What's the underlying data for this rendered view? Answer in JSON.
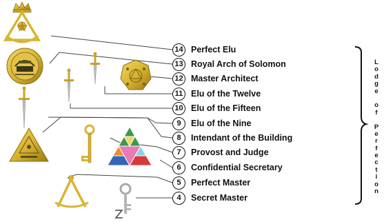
{
  "degrees": [
    {
      "number": "14",
      "name": "Perfect Elu"
    },
    {
      "number": "13",
      "name": "Royal Arch of Solomon"
    },
    {
      "number": "12",
      "name": "Master Architect"
    },
    {
      "number": "11",
      "name": "Elu of the Twelve"
    },
    {
      "number": "10",
      "name": "Elu of the Fifteen"
    },
    {
      "number": "9",
      "name": "Elu of the Nine"
    },
    {
      "number": "8",
      "name": "Intendant of the Building"
    },
    {
      "number": "7",
      "name": "Provost and Judge"
    },
    {
      "number": "6",
      "name": "Confidential Secretary"
    },
    {
      "number": "5",
      "name": "Perfect Master"
    },
    {
      "number": "4",
      "name": "Secret Master"
    }
  ],
  "bracket_label": "Lodge of Perfection",
  "emblems": [
    {
      "degree": "14",
      "icon": "crowned-compass-jewel-icon"
    },
    {
      "degree": "13",
      "icon": "royal-arch-medallion-icon"
    },
    {
      "degree": "12",
      "icon": "heptagon-jewel-icon"
    },
    {
      "degree": "11",
      "icon": "dagger-icon"
    },
    {
      "degree": "10",
      "icon": "dagger-icon"
    },
    {
      "degree": "9",
      "icon": "dagger-icon"
    },
    {
      "degree": "8",
      "icon": "delta-triangle-icon"
    },
    {
      "degree": "7",
      "icon": "golden-key-icon"
    },
    {
      "degree": "6",
      "icon": "triangle-of-triangles-icon"
    },
    {
      "degree": "5",
      "icon": "compass-arc-icon"
    },
    {
      "degree": "4",
      "icon": "z-key-icon"
    }
  ],
  "colors": {
    "gold": "#d9b431",
    "gold_dark": "#8a6d12",
    "line": "#444444",
    "text": "#111111"
  }
}
